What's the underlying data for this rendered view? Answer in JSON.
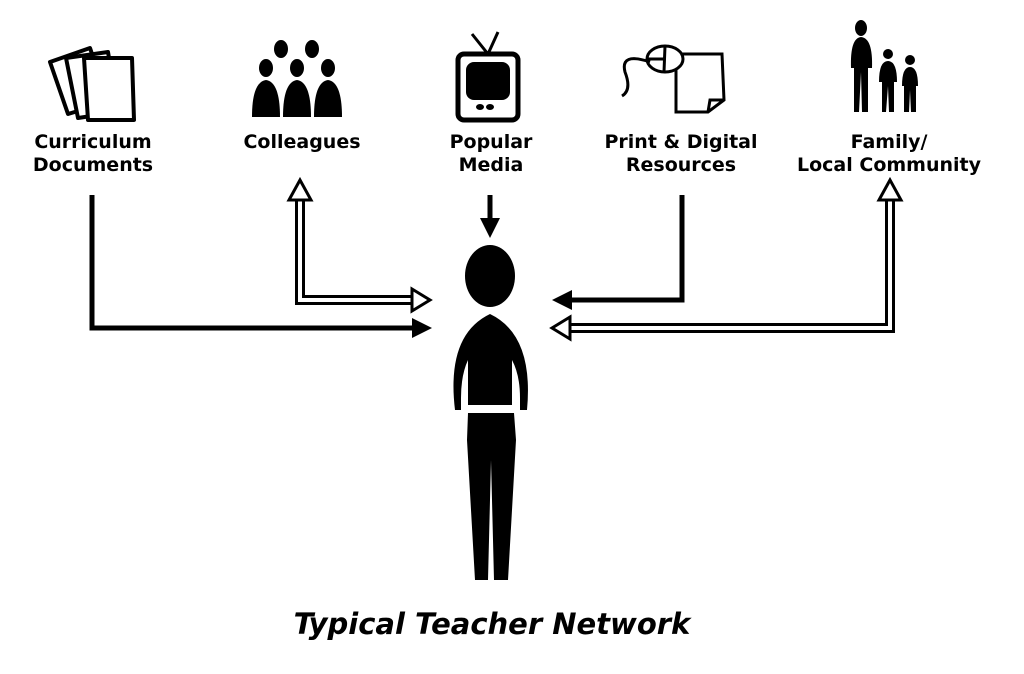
{
  "sources": [
    {
      "id": "curriculum",
      "label_lines": [
        "Curriculum",
        "Documents"
      ],
      "icon": "documents-icon",
      "flow": "to-teacher"
    },
    {
      "id": "colleagues",
      "label_lines": [
        "Colleagues"
      ],
      "icon": "people-group-icon",
      "flow": "two-way"
    },
    {
      "id": "media",
      "label_lines": [
        "Popular",
        "Media"
      ],
      "icon": "tv-icon",
      "flow": "to-teacher"
    },
    {
      "id": "print-digital",
      "label_lines": [
        "Print & Digital",
        "Resources"
      ],
      "icon": "mouse-paper-icon",
      "flow": "to-teacher"
    },
    {
      "id": "family",
      "label_lines": [
        "Family/",
        "Local Community"
      ],
      "icon": "family-icon",
      "flow": "two-way"
    }
  ],
  "center": {
    "icon": "teacher-figure-icon"
  },
  "caption": "Typical Teacher Network",
  "colors": {
    "ink": "#000000",
    "background": "#ffffff"
  }
}
